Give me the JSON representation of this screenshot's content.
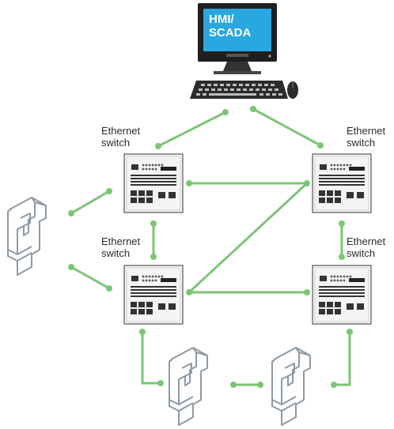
{
  "hmi": {
    "label_line1": "HMI/",
    "label_line2": "SCADA"
  },
  "switches": [
    {
      "id": "top-left",
      "label_line1": "Ethernet",
      "label_line2": "switch"
    },
    {
      "id": "top-right",
      "label_line1": "Ethernet",
      "label_line2": "switch"
    },
    {
      "id": "bottom-left",
      "label_line1": "Ethernet",
      "label_line2": "switch"
    },
    {
      "id": "bottom-right",
      "label_line1": "Ethernet",
      "label_line2": "switch"
    }
  ],
  "colors": {
    "link": "#7cc576",
    "device_stroke": "#8d9aa3",
    "switch_fill": "#f4f4f4",
    "screen": "#2aa7e0"
  },
  "icons": [
    "computer-monitor-icon",
    "keyboard-icon",
    "mouse-icon",
    "ethernet-switch-icon",
    "field-device-icon"
  ]
}
